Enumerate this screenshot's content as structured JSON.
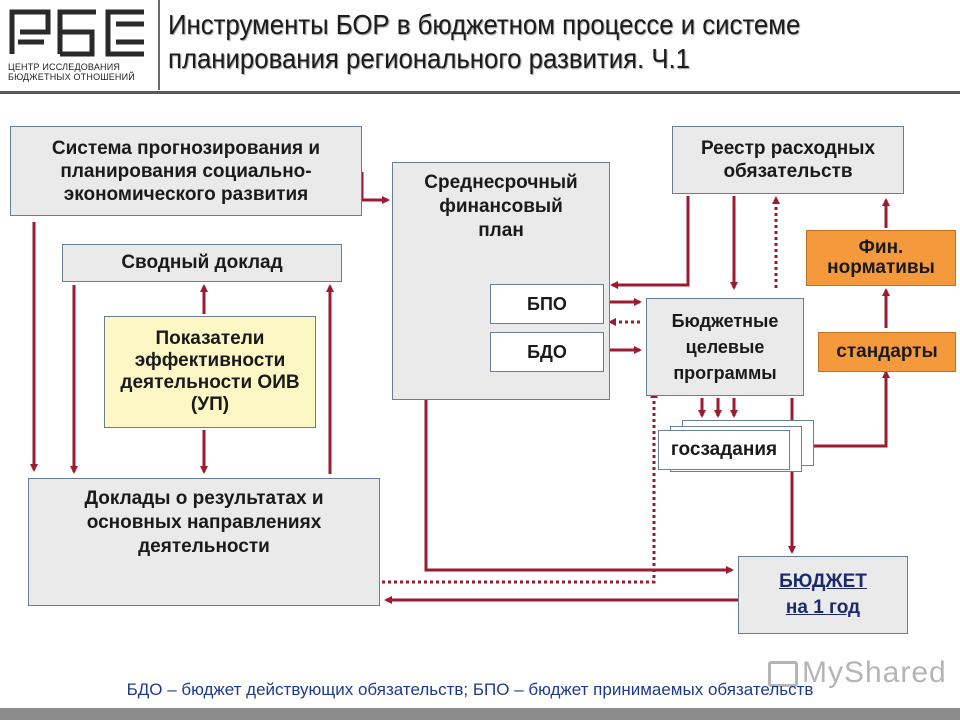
{
  "header": {
    "logo_text": "РБС",
    "logo_caption_1": "ЦЕНТР ИССЛЕДОВАНИЯ",
    "logo_caption_2": "БЮДЖЕТНЫХ ОТНОШЕНИЙ",
    "title_line_1": "Инструменты БОР в бюджетном процессе и системе",
    "title_line_2": "планирования регионального развития. Ч.1"
  },
  "diagram": {
    "system_forecasting": "Система прогнозирования и планирования социально-экономического развития",
    "summary_report": "Сводный доклад",
    "indicators": "Показатели эффективности деятельности ОИВ (УП)",
    "results_reports": "Доклады о результатах и основных направлениях деятельности",
    "mid_term_plan": "Среднесрочный финансовый план",
    "bpo": "БПО",
    "bdo": "БДО",
    "registry": "Реестр расходных обязательств",
    "fin_norms": "Фин. нормативы",
    "standards": "стандарты",
    "target_programs": "Бюджетные целевые программы",
    "state_tasks": "госзадания",
    "budget_line_1": "БЮДЖЕТ",
    "budget_line_2": "на 1 год"
  },
  "colors": {
    "arrow": "#9b1b30",
    "box_border": "#6a7f95",
    "grey_fill": "#eaeaea",
    "yellow_fill": "#fdf7c5",
    "orange_fill": "#f59a3c",
    "footnote": "#1f3a8a"
  },
  "footnote": "БДО – бюджет действующих обязательств; БПО – бюджет принимаемых обязательств",
  "watermark": "MyShared"
}
